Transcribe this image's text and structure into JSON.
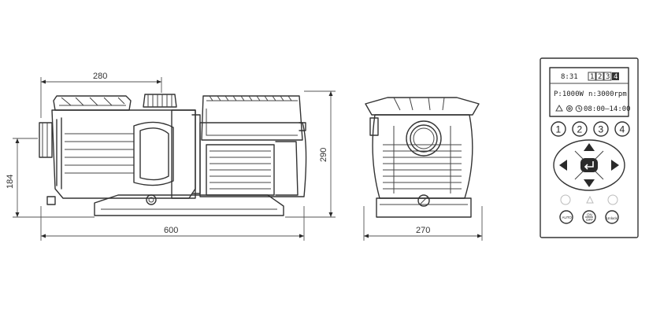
{
  "dimensions": {
    "width_280": "280",
    "height_184": "184",
    "length_600": "600",
    "height_290": "290",
    "width_270": "270"
  },
  "control_panel": {
    "lcd": {
      "time": "8:31",
      "programs": [
        "1",
        "2",
        "3",
        "4"
      ],
      "power": "P:1000W",
      "speed": "n:3000rpm",
      "schedule": "08:00–14:00"
    },
    "number_keys": [
      "1",
      "2",
      "3",
      "4"
    ],
    "function_keys": {
      "auto": "AUTO",
      "on": "ON",
      "off": "OFF",
      "unlock": "Unlock"
    },
    "icons": [
      "warning-icon",
      "gear-icon",
      "clock-icon",
      "arrow-up-icon",
      "arrow-down-icon",
      "arrow-left-icon",
      "arrow-right-icon",
      "enter-icon"
    ]
  }
}
